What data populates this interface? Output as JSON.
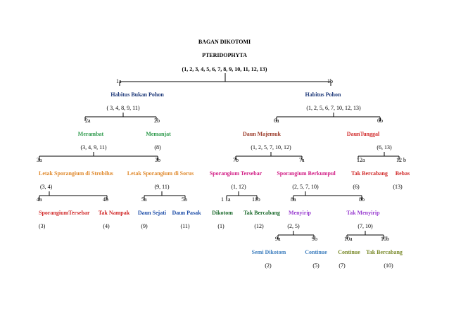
{
  "header": {
    "line1": "BAGAN DIKOTOMI",
    "line2": "PTERIDOPHYTA",
    "line3": "(1, 2, 3, 4, 5, 6, 7, 8, 9, 10, 11, 12, 13)"
  },
  "nodes": {
    "n1a": {
      "code": "1a",
      "label": "Habitus Bukan Pohon",
      "group": "( 3, 4, 8, 9, 11)"
    },
    "n1b": {
      "code": "1b",
      "label": "Habitus Pohon",
      "group": "(1, 2, 5, 6, 7, 10, 12, 13)"
    },
    "n2a": {
      "code": "2a",
      "label": "Merambat",
      "group": "(3, 4, 9, 11)"
    },
    "n2b": {
      "code": "2b",
      "label": "Memanjat",
      "group": "(8)"
    },
    "n6a": {
      "code": "6a",
      "label": "Daun Majemuk",
      "group": "(1, 2, 5, 7, 10, 12)"
    },
    "n6b": {
      "code": "6b",
      "label": "DaunTunggal",
      "group": "(6, 13)"
    },
    "n3a": {
      "code": "3a",
      "label": "Letak Sporangium di Strobilus",
      "group": "(3, 4)"
    },
    "n3b": {
      "code": "3b",
      "label": "Letak Sporangium di Sorus",
      "group": "(9, 11)"
    },
    "n7b": {
      "code": "7b",
      "label": "Sporangium Tersebar",
      "group": "(1, 12)"
    },
    "n7a": {
      "code": "7a",
      "label": "Sporangium Berkumpul",
      "group": "(2, 5, 7, 10)"
    },
    "n12a": {
      "code": "12a",
      "label": "Tak Bercabang",
      "group": "(6)"
    },
    "n12b": {
      "code": "12 b",
      "label": "Bebas",
      "group": "(13)"
    },
    "n4a": {
      "code": "4a",
      "label": "SporangiumTersebar",
      "group": "(3)"
    },
    "n4b": {
      "code": "4b",
      "label": "Tak Nampak",
      "group": "(4)"
    },
    "n5a": {
      "code": "5a",
      "label": "Daun Sejati",
      "group": "(9)"
    },
    "n5b": {
      "code": "5b",
      "label": "Daun Pasak",
      "group": "(11)"
    },
    "n11a": {
      "code": "1 1a",
      "label": "Dikotom",
      "group": "(1)"
    },
    "n11b": {
      "code": "11b",
      "label": "Tak Bercabang",
      "group": "(12)"
    },
    "n8a": {
      "code": "8a",
      "label": "Menyirip",
      "group": "(2, 5)"
    },
    "n8b": {
      "code": "8b",
      "label": "Tak Menyirip",
      "group": "(7, 10)"
    },
    "n9a": {
      "code": "9a",
      "label": "Semi Dikotom",
      "group": "(2)"
    },
    "n9b": {
      "code": "9b",
      "label": "Continue",
      "group": "(5)"
    },
    "n10a": {
      "code": "10a",
      "label": "Continue",
      "group": "(7)"
    },
    "n10b": {
      "code": "10b",
      "label": "Tak Bercabang",
      "group": "(10)"
    }
  },
  "colors": {
    "navy": "#1f3a7a",
    "green": "#2e9a4c",
    "brown": "#9b3a28",
    "orange": "#e08a2e",
    "magenta": "#d21f86",
    "red": "#d12a2a",
    "blue": "#1e4ea8",
    "dkgreen": "#1d6b2e",
    "purple": "#9a3fd0",
    "steel": "#3f7fbf",
    "olive": "#7a8a2a"
  }
}
